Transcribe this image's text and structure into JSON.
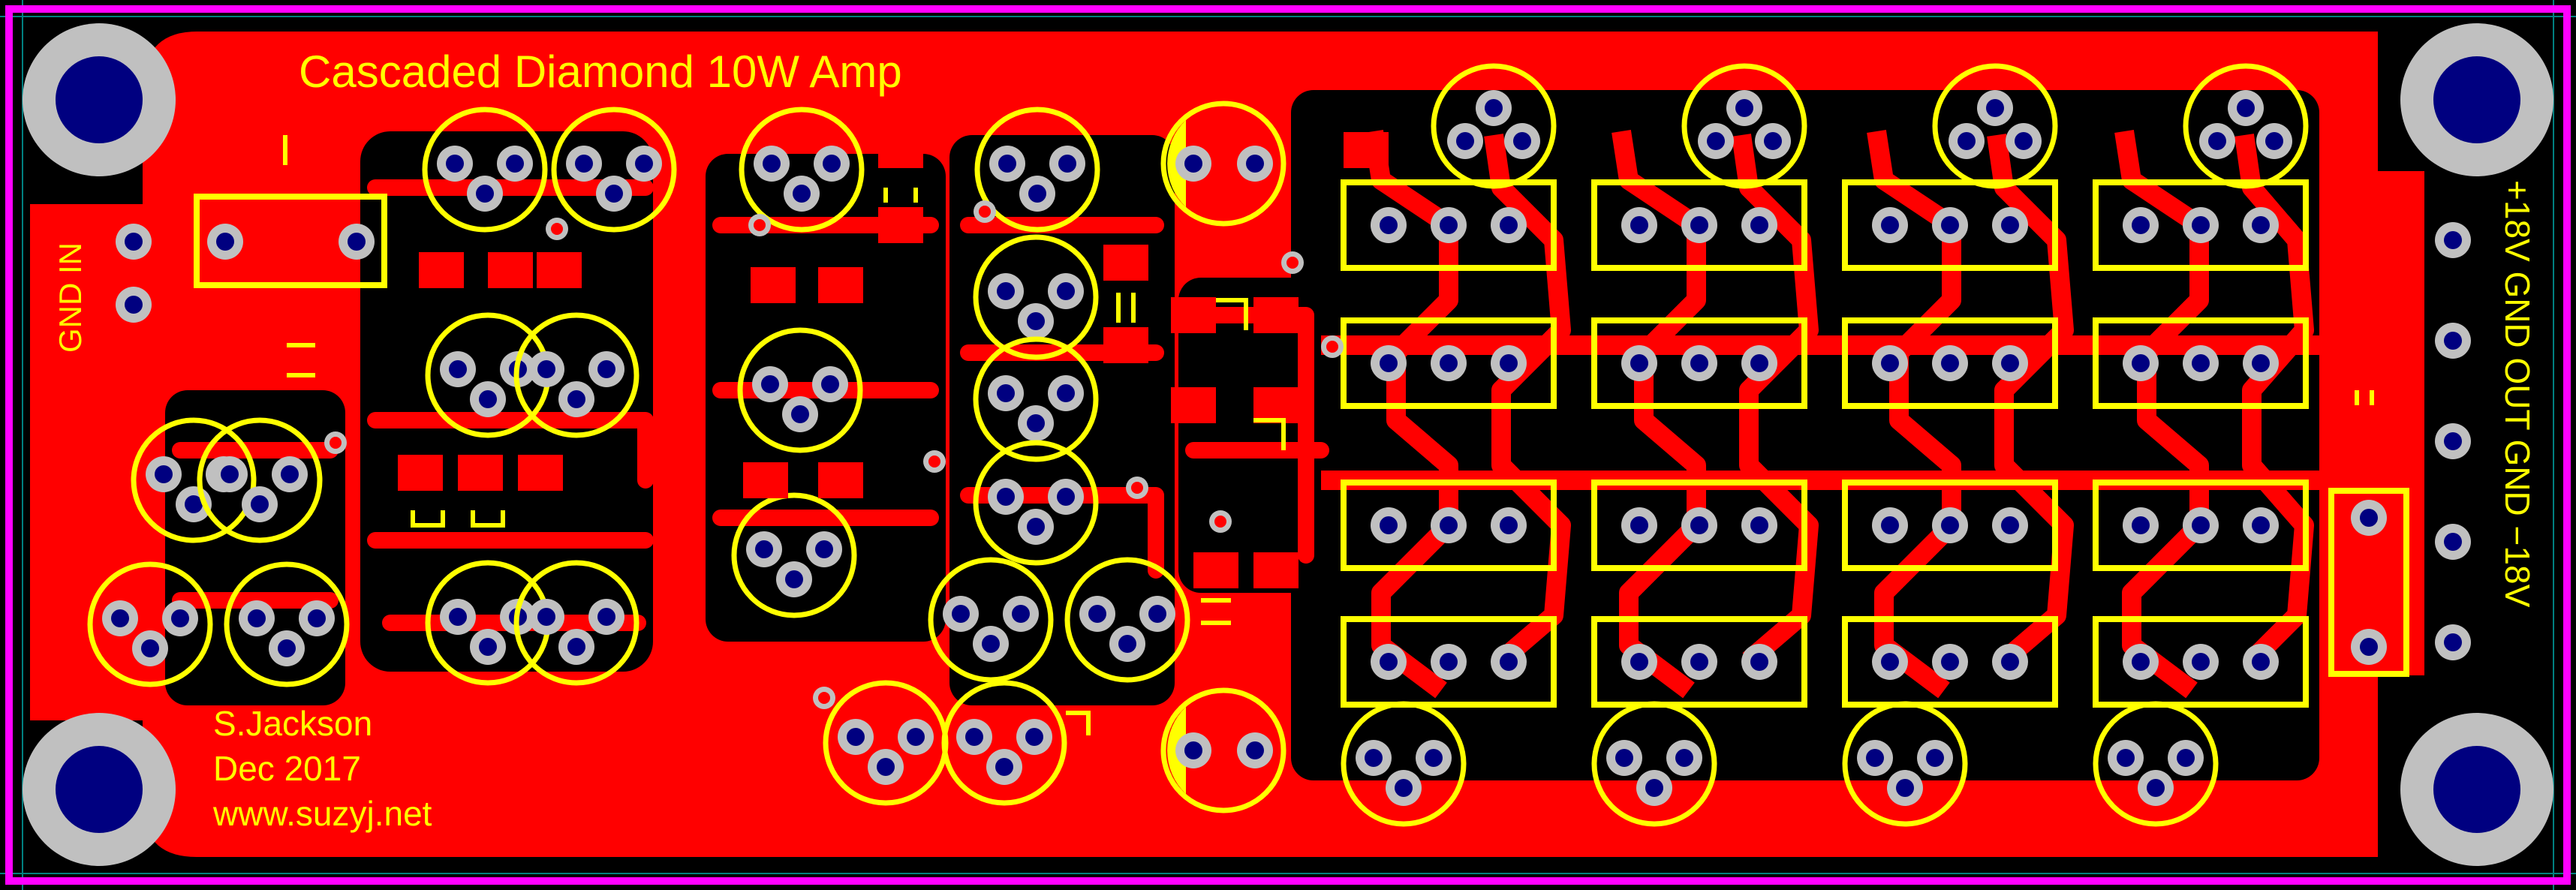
{
  "title": "Cascaded Diamond 10W Amp",
  "credits": {
    "author": "S.Jackson",
    "date": "Dec 2017",
    "website": "www.suzyj.net"
  },
  "input_connector": {
    "label": "GND IN"
  },
  "power_connector": {
    "label": "+18V GND OUT GND −18V"
  },
  "colors": {
    "background": "#000000",
    "copper": "#ff0000",
    "silkscreen": "#ffff00",
    "board_outline": "#ff00ff",
    "pad": "#c0c0c0",
    "drill": "#000080",
    "guide": "#008080"
  }
}
